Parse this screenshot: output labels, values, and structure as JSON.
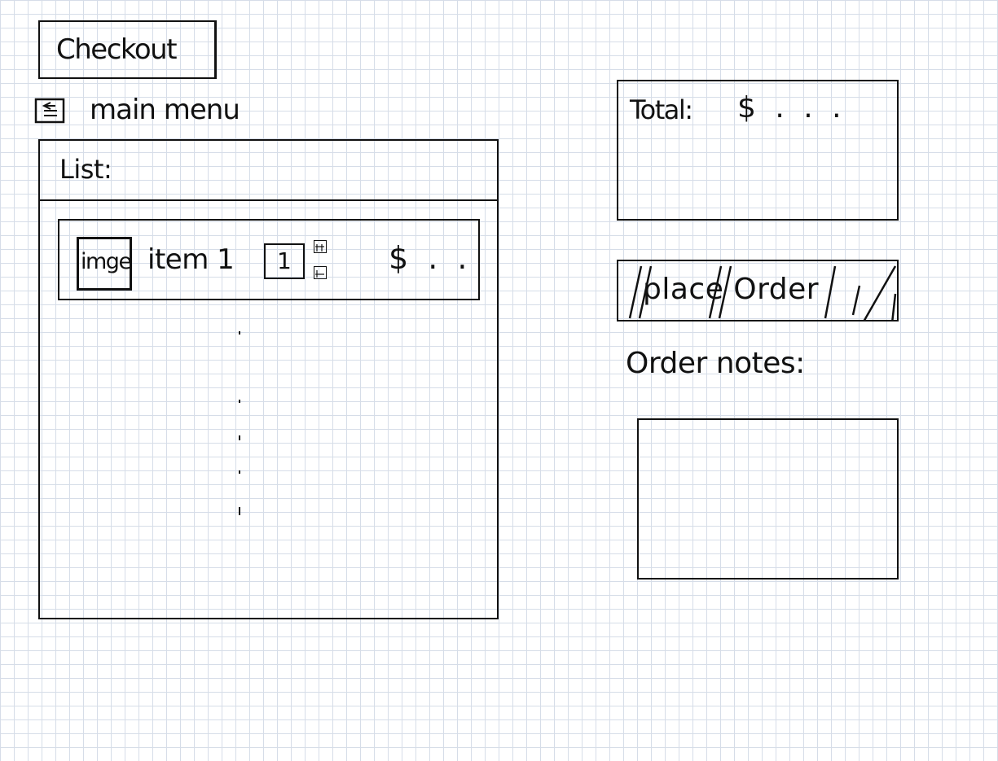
{
  "header": {
    "title": "Checkout",
    "main_menu_label": "main menu"
  },
  "list": {
    "label": "List:",
    "items": [
      {
        "image_label": "imge",
        "name": "item 1",
        "quantity": "1",
        "price": "$ . ."
      }
    ]
  },
  "summary": {
    "total_label": "Total:",
    "total_value": "$ . . ."
  },
  "actions": {
    "place_order_label": "place Order"
  },
  "notes": {
    "label": "Order notes:",
    "value": ""
  },
  "icons": {
    "menu": "menu-icon",
    "stepper_up": "increment-icon",
    "stepper_down": "decrement-icon"
  }
}
